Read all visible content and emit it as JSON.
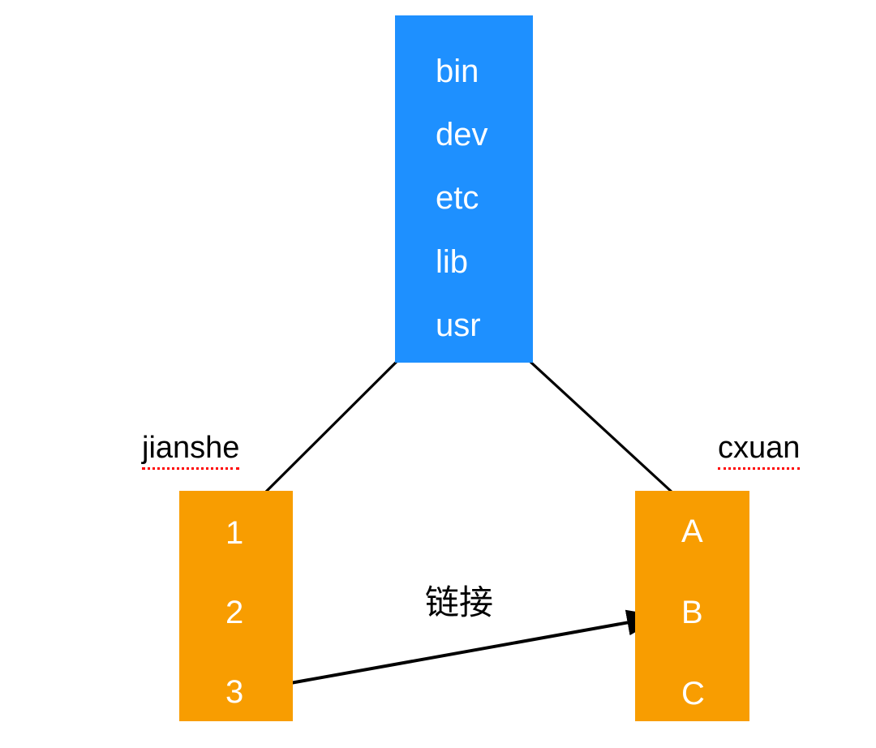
{
  "diagram": {
    "title": "Filesystem directory link diagram",
    "colors": {
      "root_box": "#1E90FF",
      "dir_box": "#F89D01",
      "entry_text": "#FFFFFF",
      "caption_text": "#000000",
      "spellcheck_underline": "#FF0000",
      "connector": "#000000",
      "background": "#FFFFFF"
    },
    "root_box": {
      "name": "root-directory",
      "entries": [
        {
          "label": "bin"
        },
        {
          "label": "dev"
        },
        {
          "label": "etc"
        },
        {
          "label": "lib"
        },
        {
          "label": "usr"
        }
      ]
    },
    "left_box": {
      "caption": "jianshe",
      "entries": [
        {
          "label": "1"
        },
        {
          "label": "2"
        },
        {
          "label": "3"
        }
      ]
    },
    "right_box": {
      "caption": "cxuan",
      "entries": [
        {
          "label": "A"
        },
        {
          "label": "B"
        },
        {
          "label": "C"
        }
      ]
    },
    "link": {
      "label": "链接",
      "from": "3",
      "to": "B"
    }
  }
}
